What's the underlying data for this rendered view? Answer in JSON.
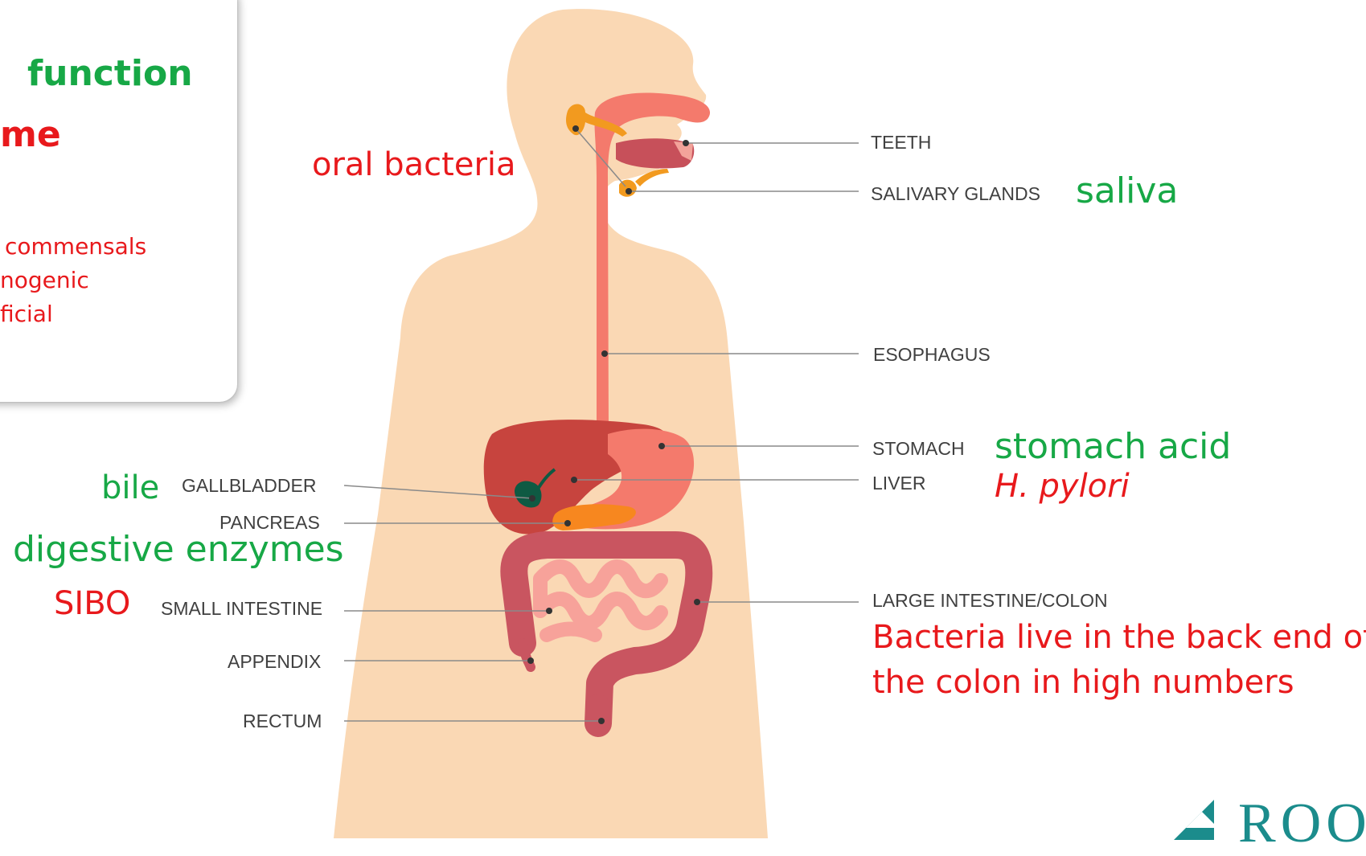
{
  "card": {
    "title_line1": "function",
    "title_line2": "me",
    "lines": [
      "commensals",
      "nogenic",
      "ficial"
    ]
  },
  "labels": {
    "teeth": "TEETH",
    "salivary_glands": "SALIVARY GLANDS",
    "esophagus": "ESOPHAGUS",
    "stomach": "STOMACH",
    "liver": "LIVER",
    "large_intestine": "LARGE INTESTINE/COLON",
    "gallbladder": "GALLBLADDER",
    "pancreas": "PANCREAS",
    "small_intestine": "SMALL INTESTINE",
    "appendix": "APPENDIX",
    "rectum": "RECTUM"
  },
  "notes": {
    "oral_bacteria": "oral bacteria",
    "saliva": "saliva",
    "stomach_acid": "stomach acid",
    "h_pylori": "H. pylori",
    "bile": "bile",
    "digestive_enzymes": "digestive enzymes",
    "sibo": "SIBO",
    "colon_line1": "Bacteria live in the back end of",
    "colon_line2": "the colon in high numbers"
  },
  "logo": {
    "text": "ROOT"
  },
  "colors": {
    "green": "#17a846",
    "red": "#e8191c",
    "skin": "#fad8b4",
    "tract": "#f47a6c",
    "liver": "#c7443e",
    "intestine": "#c95560",
    "gland": "#f29a1f",
    "gallbladder": "#0f5a43",
    "logo": "#1b8c8c"
  }
}
